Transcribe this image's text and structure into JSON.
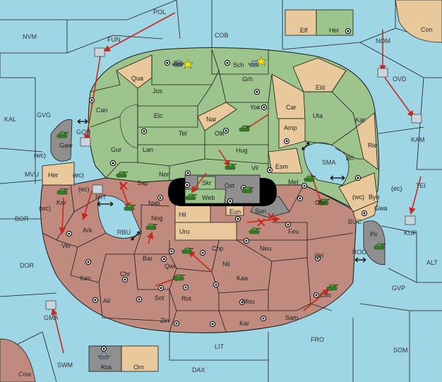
{
  "colors": {
    "sea": "#9fd6e6",
    "green_power": "#9cc48c",
    "red_power": "#c08a7e",
    "neutral": "#e9c99b",
    "grey": "#8f8f8f",
    "order_arrow": "#c8281e"
  },
  "sea_labels": {
    "pol": "POL",
    "nvm": "NVM",
    "fun": "FUN",
    "cob": "COB",
    "con": "Con",
    "nom": "NOM",
    "ovd": "OVD",
    "kal": "KAL",
    "gvg": "GVG",
    "gor": "GOR",
    "kam": "KAM",
    "mvu": "MVU",
    "sma": "SMA",
    "tei": "TEI",
    "mit": "MIT",
    "bor": "BOR",
    "rbu": "RBU",
    "buc": "BUC",
    "kup": "KUP",
    "dor": "DOR",
    "rod": "ROD",
    "alt": "ALT",
    "gvp": "GVP",
    "gma": "GMA",
    "fro": "FRO",
    "som": "SOM",
    "lit": "LIT",
    "swm": "SWM",
    "dax": "DAX",
    "cow": "Cow"
  },
  "land_labels": {
    "elf": "Elf",
    "hel": "Hel",
    "jad": "Jad",
    "sch": "Sch",
    "qua": "Qua",
    "jos": "Jos",
    "grh": "Grh",
    "eld": "Eld",
    "can": "Can",
    "elc": "Elc",
    "yok": "Yok",
    "car": "Car",
    "uta": "Uta",
    "kat": "Kat",
    "nar": "Nar",
    "tel": "Tel",
    "olk": "Olk",
    "amp": "Amp",
    "gur": "Gur",
    "lan": "Lan",
    "hug": "Hug",
    "rie": "Rie",
    "gaw": "Gaw",
    "bri": "Bri",
    "vil": "Vil",
    "esm": "Esm",
    "nor": "Nor",
    "skr": "Skr",
    "ost": "Ost",
    "her": "Her",
    "sap": "Sap",
    "web": "Web",
    "mel": "Mel",
    "byn": "Byn",
    "kor": "Kor",
    "nab": "Nab",
    "eun": "Eun",
    "sun": "Sun",
    "obs": "Obs",
    "gwa": "Gwa",
    "hil": "Hil",
    "ark": "Ark",
    "nog": "Nog",
    "uru": "Uru",
    "feu": "Feu",
    "pir": "Pir",
    "ver": "Ver",
    "chp": "Chp",
    "neu": "Neu",
    "orl": "Orl",
    "bar": "Bar",
    "qwi": "Qwi",
    "nil": "Nil",
    "ken": "Ken",
    "chr": "Chr",
    "kaa": "Kaa",
    "sot": "Sot",
    "rot": "Rot",
    "ail": "Ail",
    "mou": "Mou",
    "cos": "Cos",
    "sam": "Sam",
    "zin": "Zin",
    "kar": "Kar",
    "aba": "Aba",
    "orn": "Orn"
  },
  "coast_labels": {
    "her_wc": "(wc)",
    "her_ec": "(ec)",
    "kor_ec": "(ec)",
    "kor_wc": "(wc)",
    "byn_wc": "(wc)",
    "byn_ec": "(ec)"
  }
}
